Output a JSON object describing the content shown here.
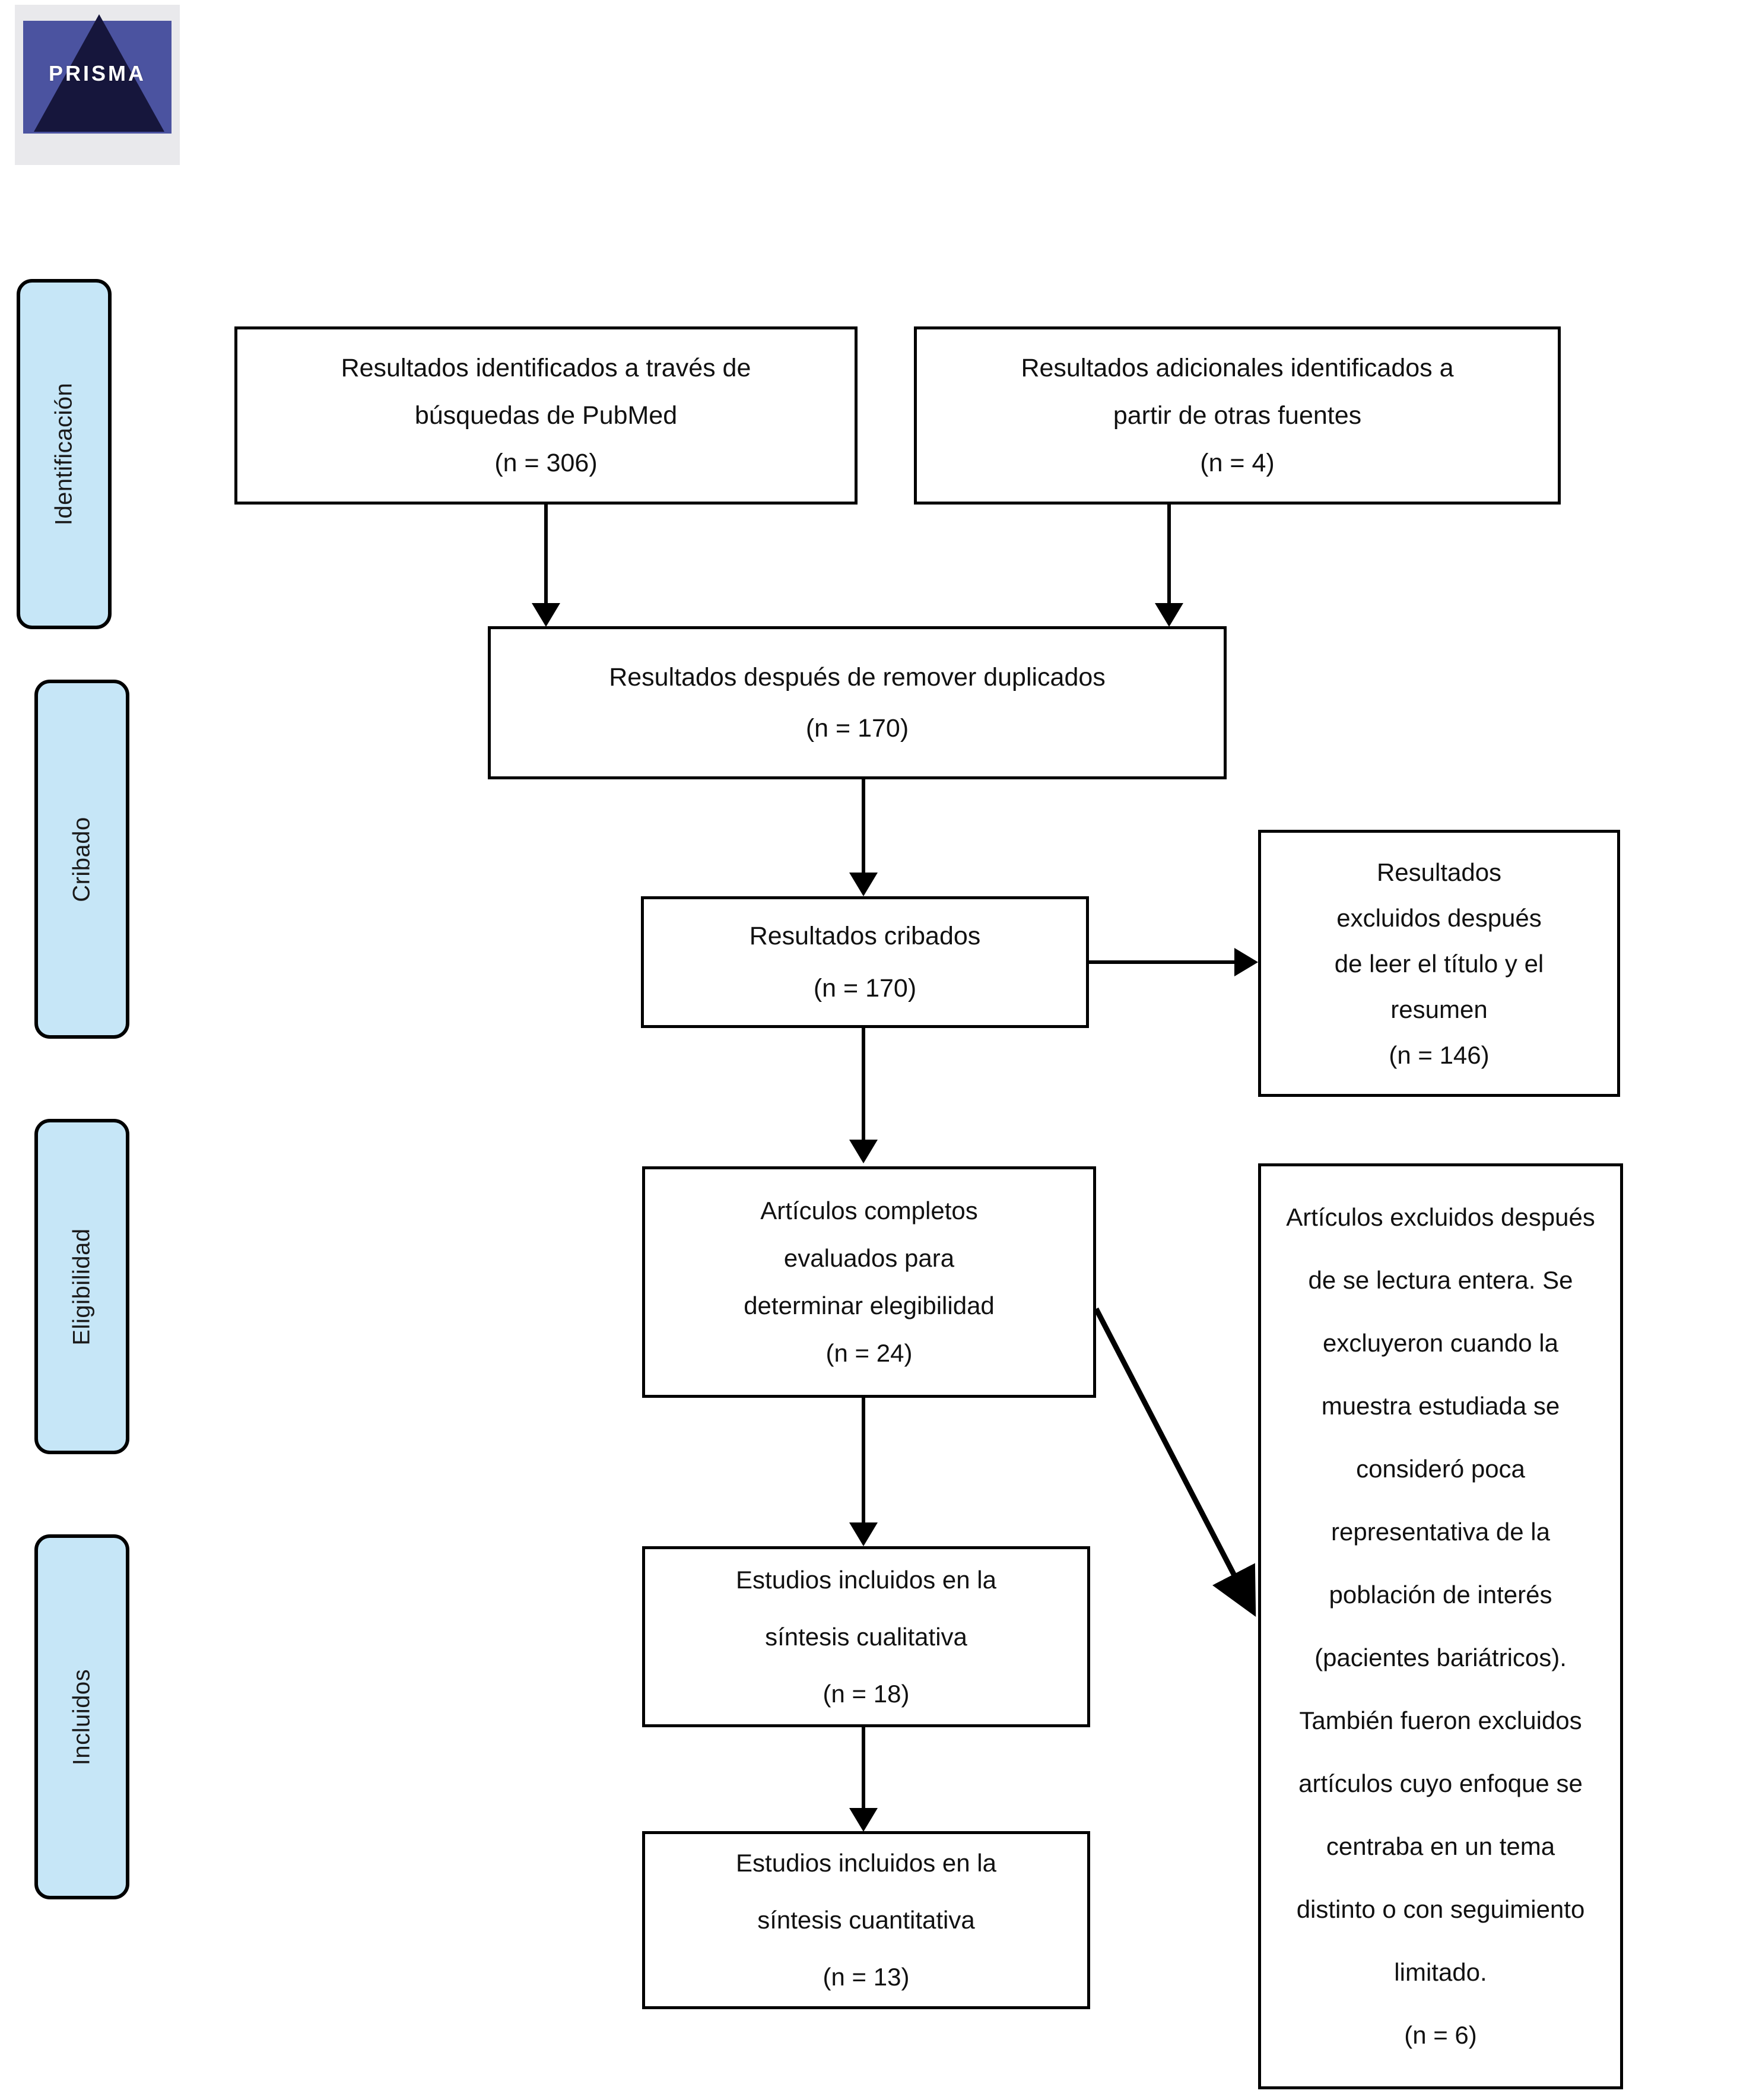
{
  "logo": {
    "name": "PRISMA",
    "wordmark": "PRISMA",
    "band_color": "#4b53a0",
    "pyramid_color": "#16163c"
  },
  "phases": {
    "fill_color": "#c6e6f7",
    "border_color": "#000000",
    "items": [
      {
        "id": "identificacion",
        "label": "Identificación"
      },
      {
        "id": "cribado",
        "label": "Cribado"
      },
      {
        "id": "eligibilidad",
        "label": "Eligibilidad"
      },
      {
        "id": "incluidos",
        "label": "Incluidos"
      }
    ]
  },
  "boxes": {
    "pubmed": {
      "line1": "Resultados identificados a través de",
      "line2": "búsquedas de PubMed",
      "count": "(n = 306)"
    },
    "other_sources": {
      "line1": "Resultados adicionales identificados a",
      "line2": "partir de otras fuentes",
      "count": "(n = 4)"
    },
    "duplicates_removed": {
      "line1": "Resultados después de remover duplicados",
      "count": "(n = 170)"
    },
    "screened": {
      "line1": "Resultados cribados",
      "count": "(n = 170)"
    },
    "excluded_title_abstract": {
      "line1": "Resultados",
      "line2": "excluidos después",
      "line3": "de leer el título y el",
      "line4": "resumen",
      "count": "(n = 146)"
    },
    "full_text_assessed": {
      "line1": "Artículos completos",
      "line2": "evaluados para",
      "line3": "determinar elegibilidad",
      "count": "(n = 24)"
    },
    "qualitative_synthesis": {
      "line1": "Estudios incluidos en la",
      "line2": "síntesis cualitativa",
      "count": "(n = 18)"
    },
    "quantitative_synthesis": {
      "line1": "Estudios incluidos en la",
      "line2": "síntesis cuantitativa",
      "count": "(n = 13)"
    },
    "excluded_full_text": {
      "line1": "Artículos excluidos después",
      "line2": "de se lectura entera. Se",
      "line3": "excluyeron cuando la",
      "line4": "muestra estudiada se",
      "line5": "consideró poca",
      "line6": "representativa de la",
      "line7": "población de interés",
      "line8": "(pacientes bariátricos).",
      "line9": "También fueron excluidos",
      "line10": "artículos cuyo enfoque se",
      "line11": "centraba en un tema",
      "line12": "distinto o con seguimiento",
      "line13": "limitado.",
      "count": "(n = 6)"
    }
  }
}
